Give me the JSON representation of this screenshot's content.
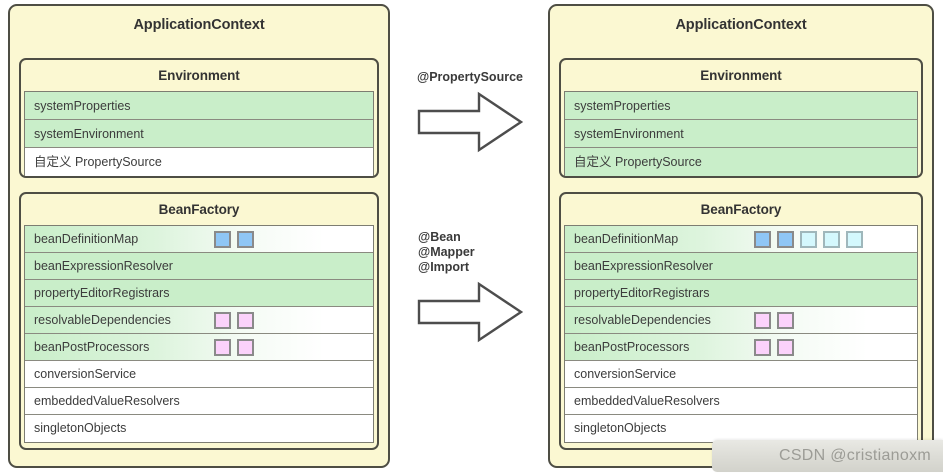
{
  "diagram": {
    "title": "Spring ApplicationContext before and after annotation processing",
    "watermark": "CSDN @cristianoxm"
  },
  "colors": {
    "panel_bg": "#fbf8d2",
    "panel_border": "#4e4e44",
    "row_green": "#c9eec9",
    "row_white": "#ffffff",
    "chip_blue": "#8fc6f5",
    "chip_cyan": "#d4f8fd",
    "chip_pink": "#fbd2fb",
    "text": "#3c3c3c"
  },
  "left": {
    "title": "ApplicationContext",
    "environment": {
      "title": "Environment",
      "rows": [
        {
          "label": "systemProperties",
          "style": "green",
          "chips": []
        },
        {
          "label": "systemEnvironment",
          "style": "green",
          "chips": []
        },
        {
          "label": "自定义 PropertySource",
          "style": "white",
          "chips": []
        }
      ]
    },
    "beanfactory": {
      "title": "BeanFactory",
      "rows": [
        {
          "label": "beanDefinitionMap",
          "style": "grad",
          "chips": [
            "blue",
            "blue"
          ]
        },
        {
          "label": "beanExpressionResolver",
          "style": "green",
          "chips": []
        },
        {
          "label": "propertyEditorRegistrars",
          "style": "green",
          "chips": []
        },
        {
          "label": "resolvableDependencies",
          "style": "grad",
          "chips": [
            "pink",
            "pink"
          ]
        },
        {
          "label": "beanPostProcessors",
          "style": "grad",
          "chips": [
            "pink",
            "pink"
          ]
        },
        {
          "label": "conversionService",
          "style": "white",
          "chips": []
        },
        {
          "label": "embeddedValueResolvers",
          "style": "white",
          "chips": []
        },
        {
          "label": "singletonObjects",
          "style": "white",
          "chips": []
        }
      ]
    }
  },
  "right": {
    "title": "ApplicationContext",
    "environment": {
      "title": "Environment",
      "rows": [
        {
          "label": "systemProperties",
          "style": "green",
          "chips": []
        },
        {
          "label": "systemEnvironment",
          "style": "green",
          "chips": []
        },
        {
          "label": "自定义 PropertySource",
          "style": "green",
          "chips": []
        }
      ]
    },
    "beanfactory": {
      "title": "BeanFactory",
      "rows": [
        {
          "label": "beanDefinitionMap",
          "style": "grad",
          "chips": [
            "blue",
            "blue",
            "cyan",
            "cyan",
            "cyan"
          ]
        },
        {
          "label": "beanExpressionResolver",
          "style": "green",
          "chips": []
        },
        {
          "label": "propertyEditorRegistrars",
          "style": "green",
          "chips": []
        },
        {
          "label": "resolvableDependencies",
          "style": "grad",
          "chips": [
            "pink",
            "pink"
          ]
        },
        {
          "label": "beanPostProcessors",
          "style": "grad",
          "chips": [
            "pink",
            "pink"
          ]
        },
        {
          "label": "conversionService",
          "style": "white",
          "chips": []
        },
        {
          "label": "embeddedValueResolvers",
          "style": "white",
          "chips": []
        },
        {
          "label": "singletonObjects",
          "style": "white",
          "chips": []
        }
      ]
    }
  },
  "transitions": [
    {
      "label": "@PropertySource",
      "arrow": "right-arrow"
    },
    {
      "label": "@Bean\n@Mapper\n@Import",
      "arrow": "right-arrow"
    }
  ]
}
